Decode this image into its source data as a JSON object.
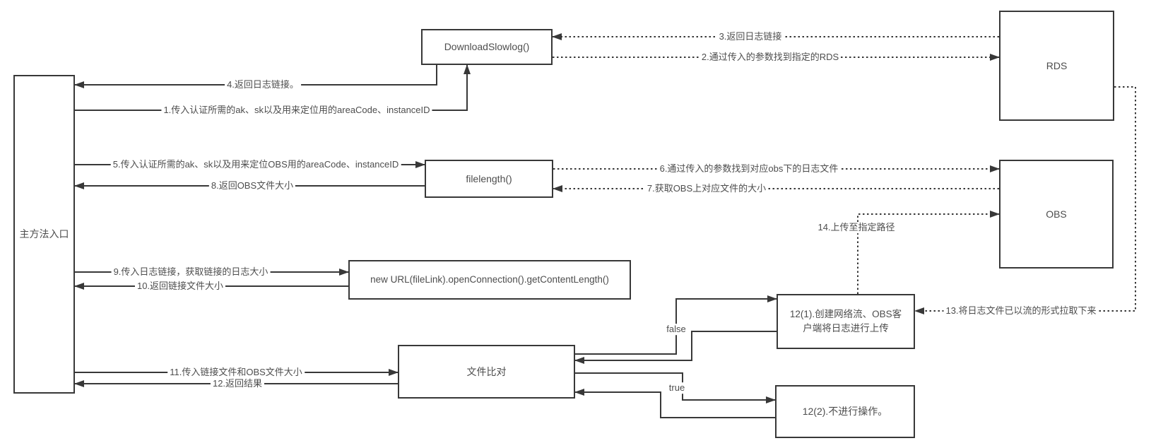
{
  "diagram": {
    "boxes": {
      "main_entry": "主方法入口",
      "download_slowlog": "DownloadSlowlog()",
      "rds": "RDS",
      "filelength": "filelength()",
      "new_url": "new URL(fileLink).openConnection().getContentLength()",
      "file_compare": "文件比对",
      "step12_1": "12(1).创建网络流、OBS客户端将日志进行上传",
      "step12_2": "12(2).不进行操作。",
      "obs": "OBS"
    },
    "edge_labels": {
      "e1": "1.传入认证所需的ak、sk以及用来定位用的areaCode、instanceID",
      "e2": "2.通过传入的参数找到指定的RDS",
      "e3": "3.返回日志链接",
      "e4": "4.返回日志链接。",
      "e5": "5.传入认证所需的ak、sk以及用来定位OBS用的areaCode、instanceID",
      "e6": "6.通过传入的参数找到对应obs下的日志文件",
      "e7": "7.获取OBS上对应文件的大小",
      "e8": "8.返回OBS文件大小",
      "e9": "9.传入日志链接，获取链接的日志大小",
      "e10": "10.返回链接文件大小",
      "e11": "11.传入链接文件和OBS文件大小",
      "e12": "12.返回结果",
      "e13": "13.将日志文件已以流的形式拉取下来",
      "e14": "14.上传至指定路径",
      "branch_false": "false",
      "branch_true": "true"
    },
    "colors": {
      "line": "#383838",
      "text": "#4d4d4d",
      "background": "#ffffff"
    }
  }
}
